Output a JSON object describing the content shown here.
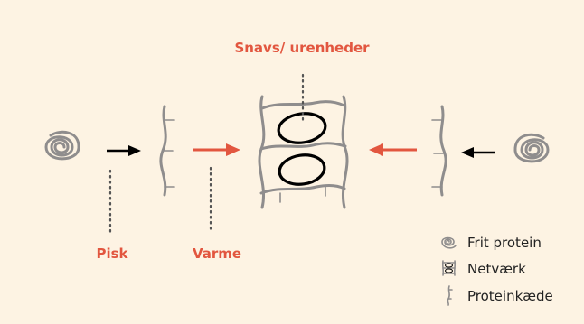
{
  "labels": {
    "top": "Snavs/ urenheder",
    "left_bottom": "Pisk",
    "mid_bottom": "Varme"
  },
  "legend": [
    {
      "label": "Frit protein"
    },
    {
      "label": "Netværk"
    },
    {
      "label": "Proteinkæde"
    }
  ],
  "colors": {
    "background": "#fdf3e3",
    "accent_red": "#e2563f",
    "structure_grey": "#8f8d8d",
    "arrow_black": "#000000"
  }
}
